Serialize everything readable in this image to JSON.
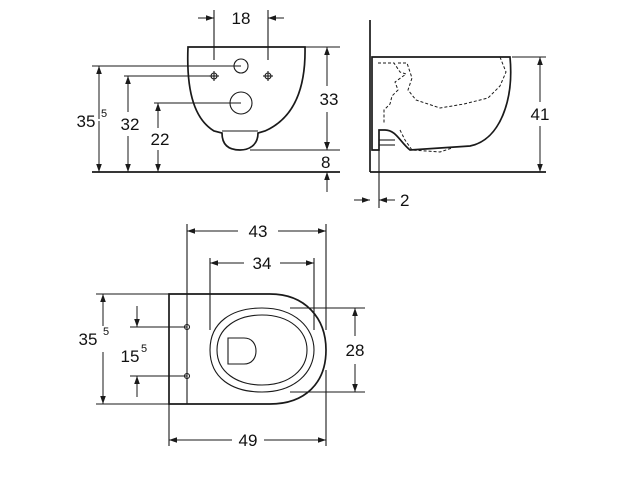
{
  "side_top": {
    "hole_spacing": "18",
    "height_outer_main": "35",
    "height_outer_sup": "5",
    "height_mid": "32",
    "height_inner": "22",
    "height_bowl": "33",
    "height_bottom": "8"
  },
  "side_profile": {
    "height": "41",
    "wall_offset": "2"
  },
  "plan": {
    "width_outer": "43",
    "width_inner": "34",
    "depth_main": "35",
    "depth_sup": "5",
    "hole_offset_main": "15",
    "hole_offset_sup": "5",
    "seat_depth": "28",
    "total_length": "49"
  }
}
